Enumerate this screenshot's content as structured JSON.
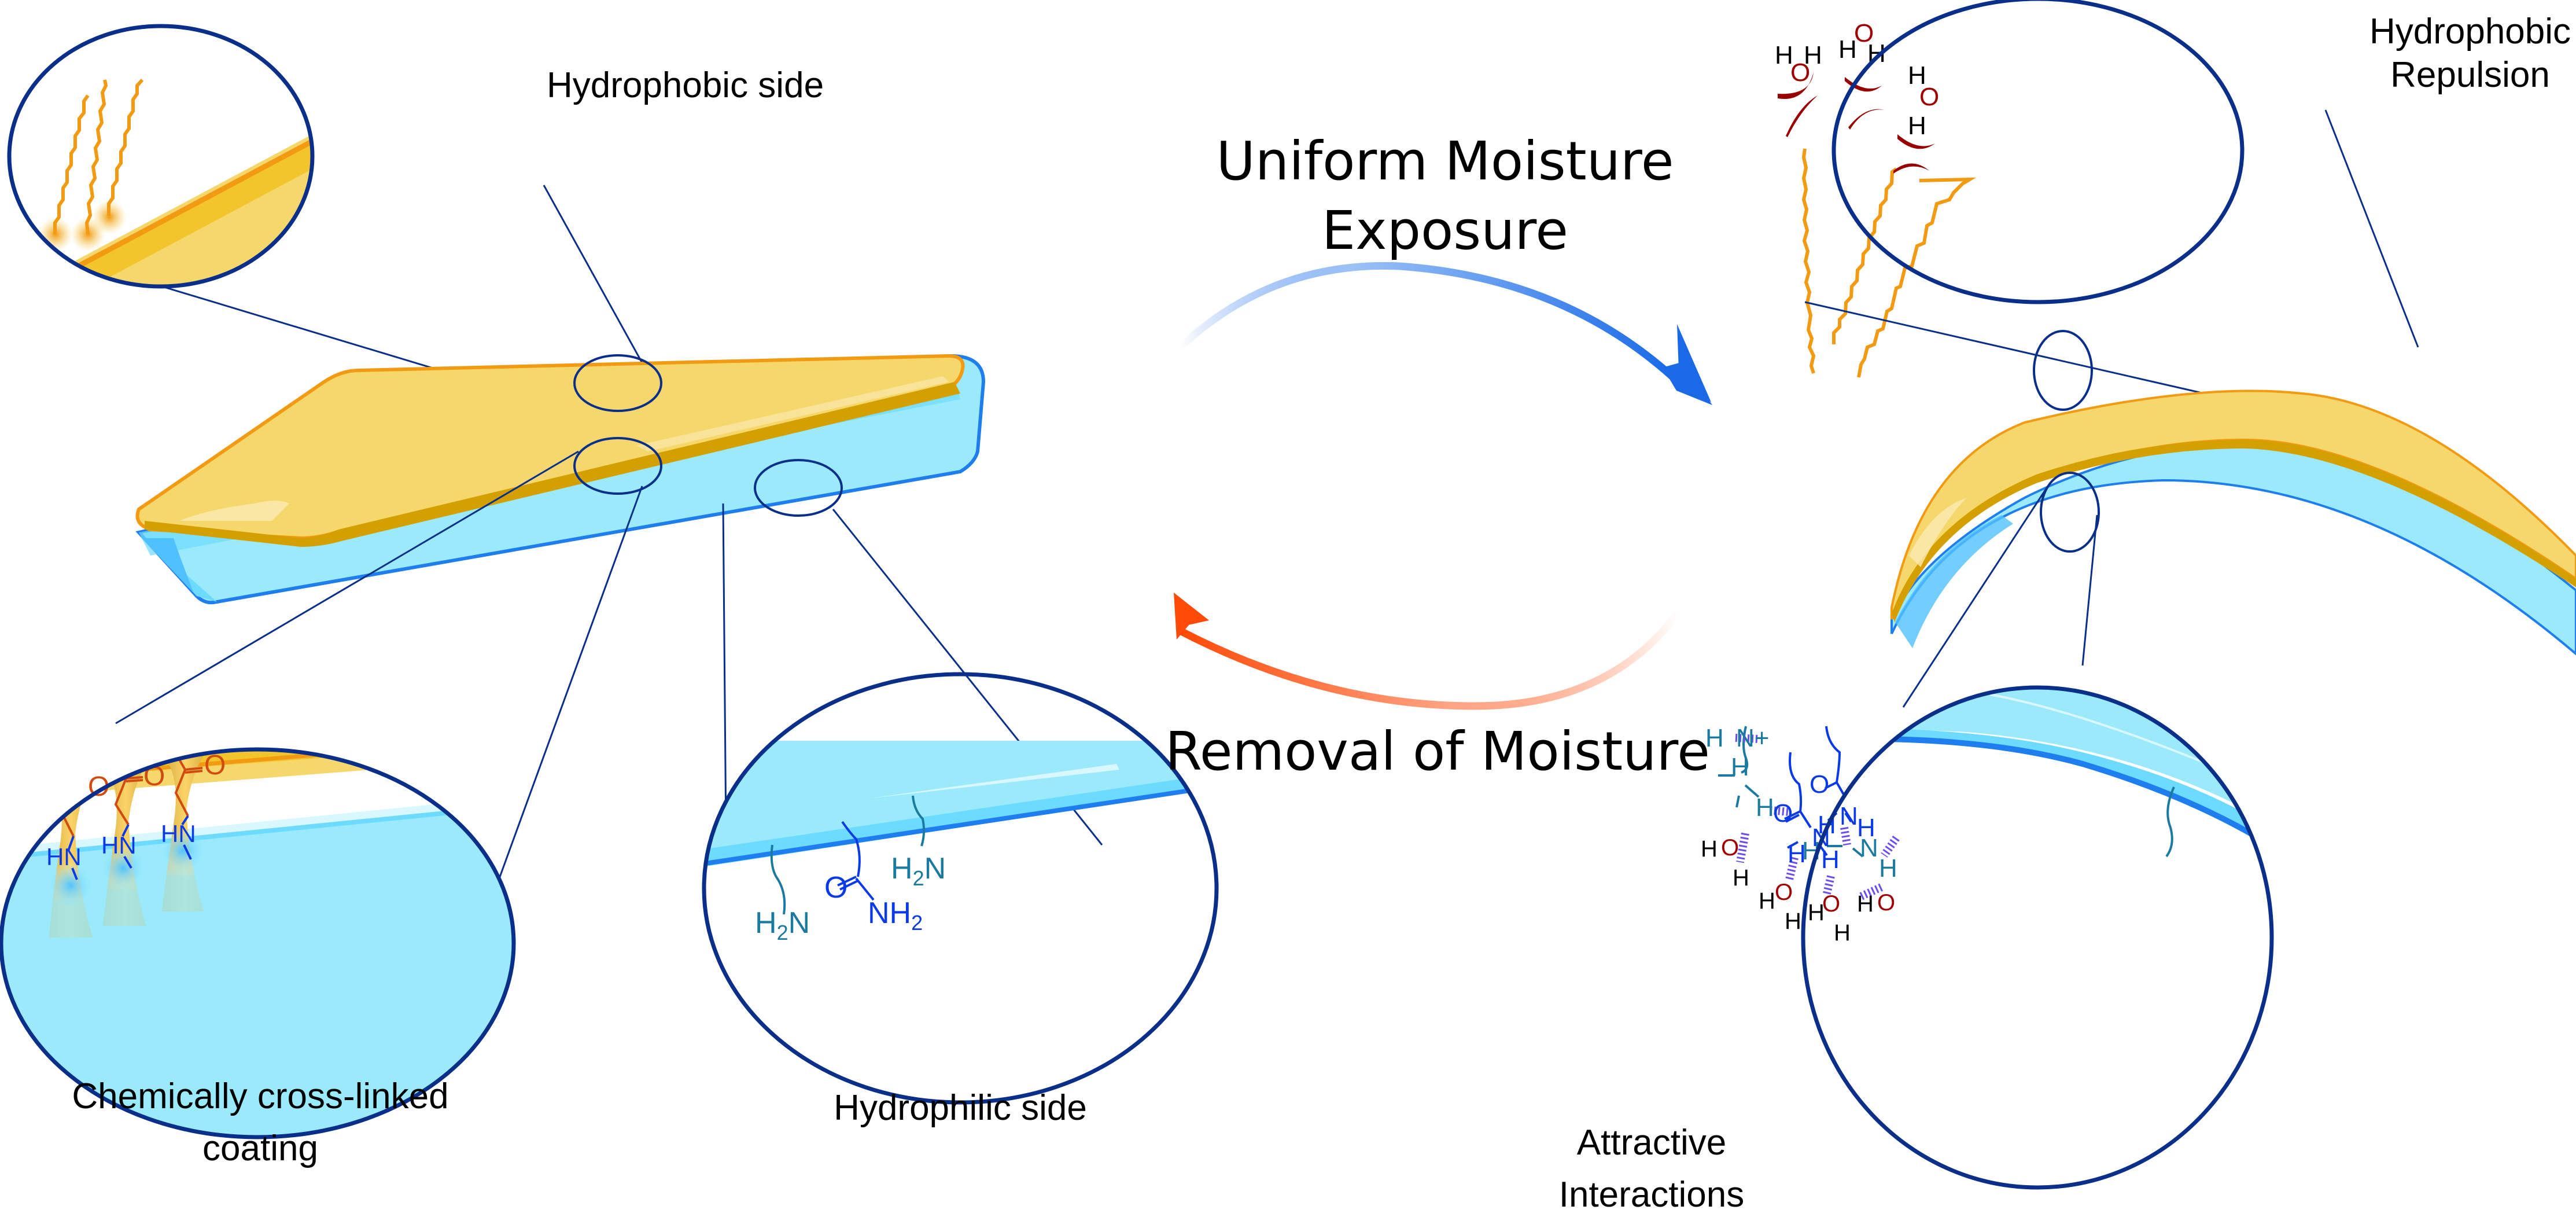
{
  "labels": {
    "hydrophobic_side": "Hydrophobic side",
    "hydrophilic_side": "Hydrophilic side",
    "crosslinked_line1": "Chemically cross-linked",
    "crosslinked_line2": "coating",
    "uniform_line1": "Uniform Moisture",
    "uniform_line2": "Exposure",
    "removal": "Removal of Moisture",
    "repulsion_line1": "Hydrophobic",
    "repulsion_line2": "Repulsion",
    "attractive_line1": "Attractive",
    "attractive_line2": "Interactions"
  },
  "chem": {
    "H": "H",
    "O": "O",
    "N": "N",
    "HN": "HN",
    "N_plus": "N+",
    "H2N_main": "H",
    "sub2": "2",
    "NH": "NH"
  },
  "colors": {
    "coating_yellow": "#f5d76b",
    "coating_edge": "#f29a12",
    "substrate_blue": "#9aeafc",
    "substrate_edge": "#1e7ef0",
    "lens_stroke": "#0a2f8a",
    "arrow_blue": "#1a6ae8",
    "arrow_orange": "#ff4a08",
    "water_red": "#a00000",
    "repulsion_arc": "#990000",
    "hbond_purple": "#6a4cf0",
    "amine_teal": "#1b7aa0",
    "amide_blue": "#0a3ae8",
    "carbonyl_orange": "#d24a10"
  }
}
